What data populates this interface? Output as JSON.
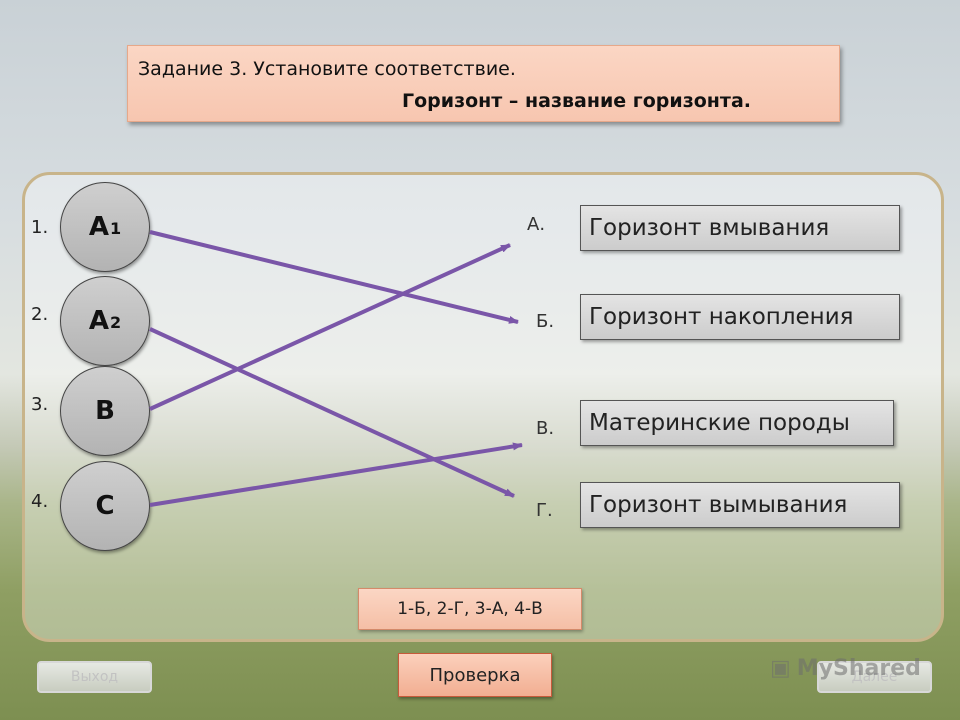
{
  "task": {
    "line1": "Задание 3. Установите соответствие.",
    "line2": "Горизонт – название горизонта."
  },
  "numbers": [
    "1.",
    "2.",
    "3.",
    "4."
  ],
  "horizons": [
    {
      "main": "А",
      "sub": "1"
    },
    {
      "main": "А",
      "sub": "2"
    },
    {
      "main": "В",
      "sub": ""
    },
    {
      "main": "С",
      "sub": ""
    }
  ],
  "letters": [
    "А.",
    "Б.",
    "В.",
    "Г."
  ],
  "options": [
    "Горизонт  вмывания",
    "Горизонт  накопления",
    "Материнские породы",
    "Горизонт  вымывания"
  ],
  "matches": [
    [
      1,
      2
    ],
    [
      2,
      4
    ],
    [
      3,
      1
    ],
    [
      4,
      3
    ]
  ],
  "answer": "1-Б, 2-Г, 3-А, 4-В",
  "buttons": {
    "check": "Проверка",
    "exit": "Выход",
    "next": "Далее"
  },
  "watermark": "MyShared",
  "colors": {
    "line": "#7a56a8",
    "task_bg": "#f9cdb9",
    "panel_border": "#c8b48a"
  }
}
